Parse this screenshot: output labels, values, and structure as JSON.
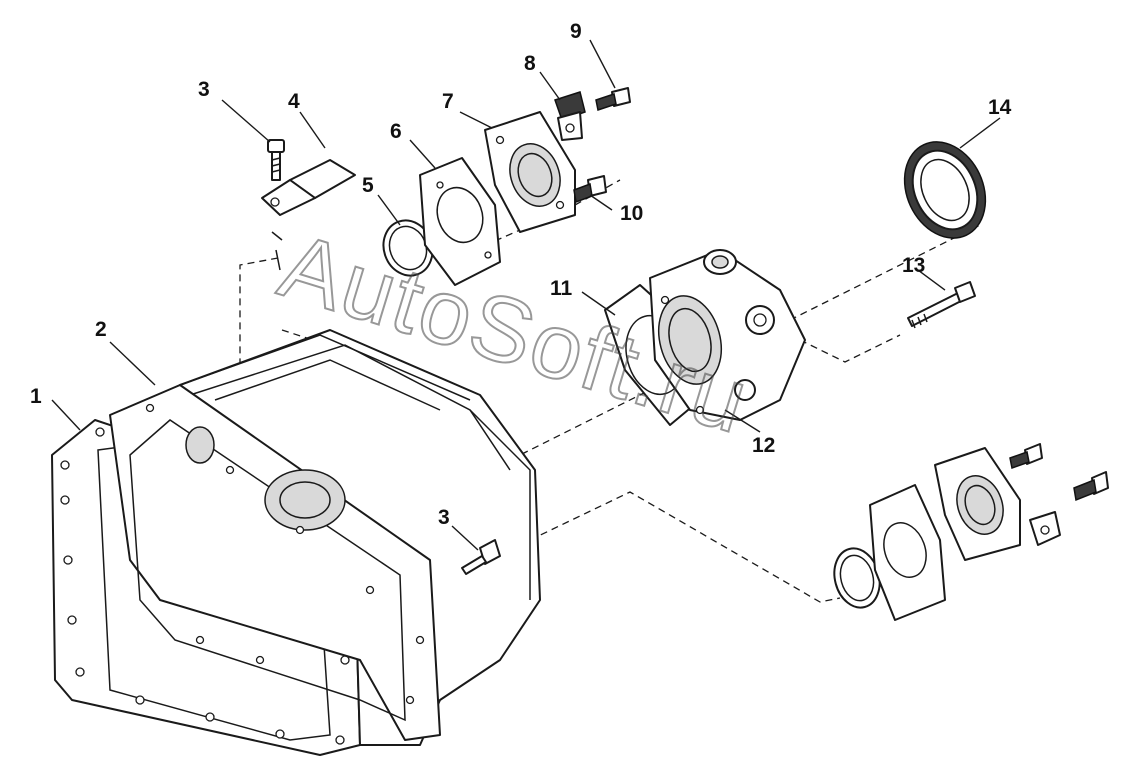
{
  "watermark": "AutoSoft.ru",
  "callouts": [
    "1",
    "2",
    "3",
    "4",
    "5",
    "6",
    "7",
    "8",
    "9",
    "10",
    "11",
    "12",
    "13",
    "14"
  ],
  "callout_second_3": "3",
  "colors": {
    "line": "#1a1a1a",
    "background": "#ffffff",
    "shade": "#d9d9d9"
  }
}
